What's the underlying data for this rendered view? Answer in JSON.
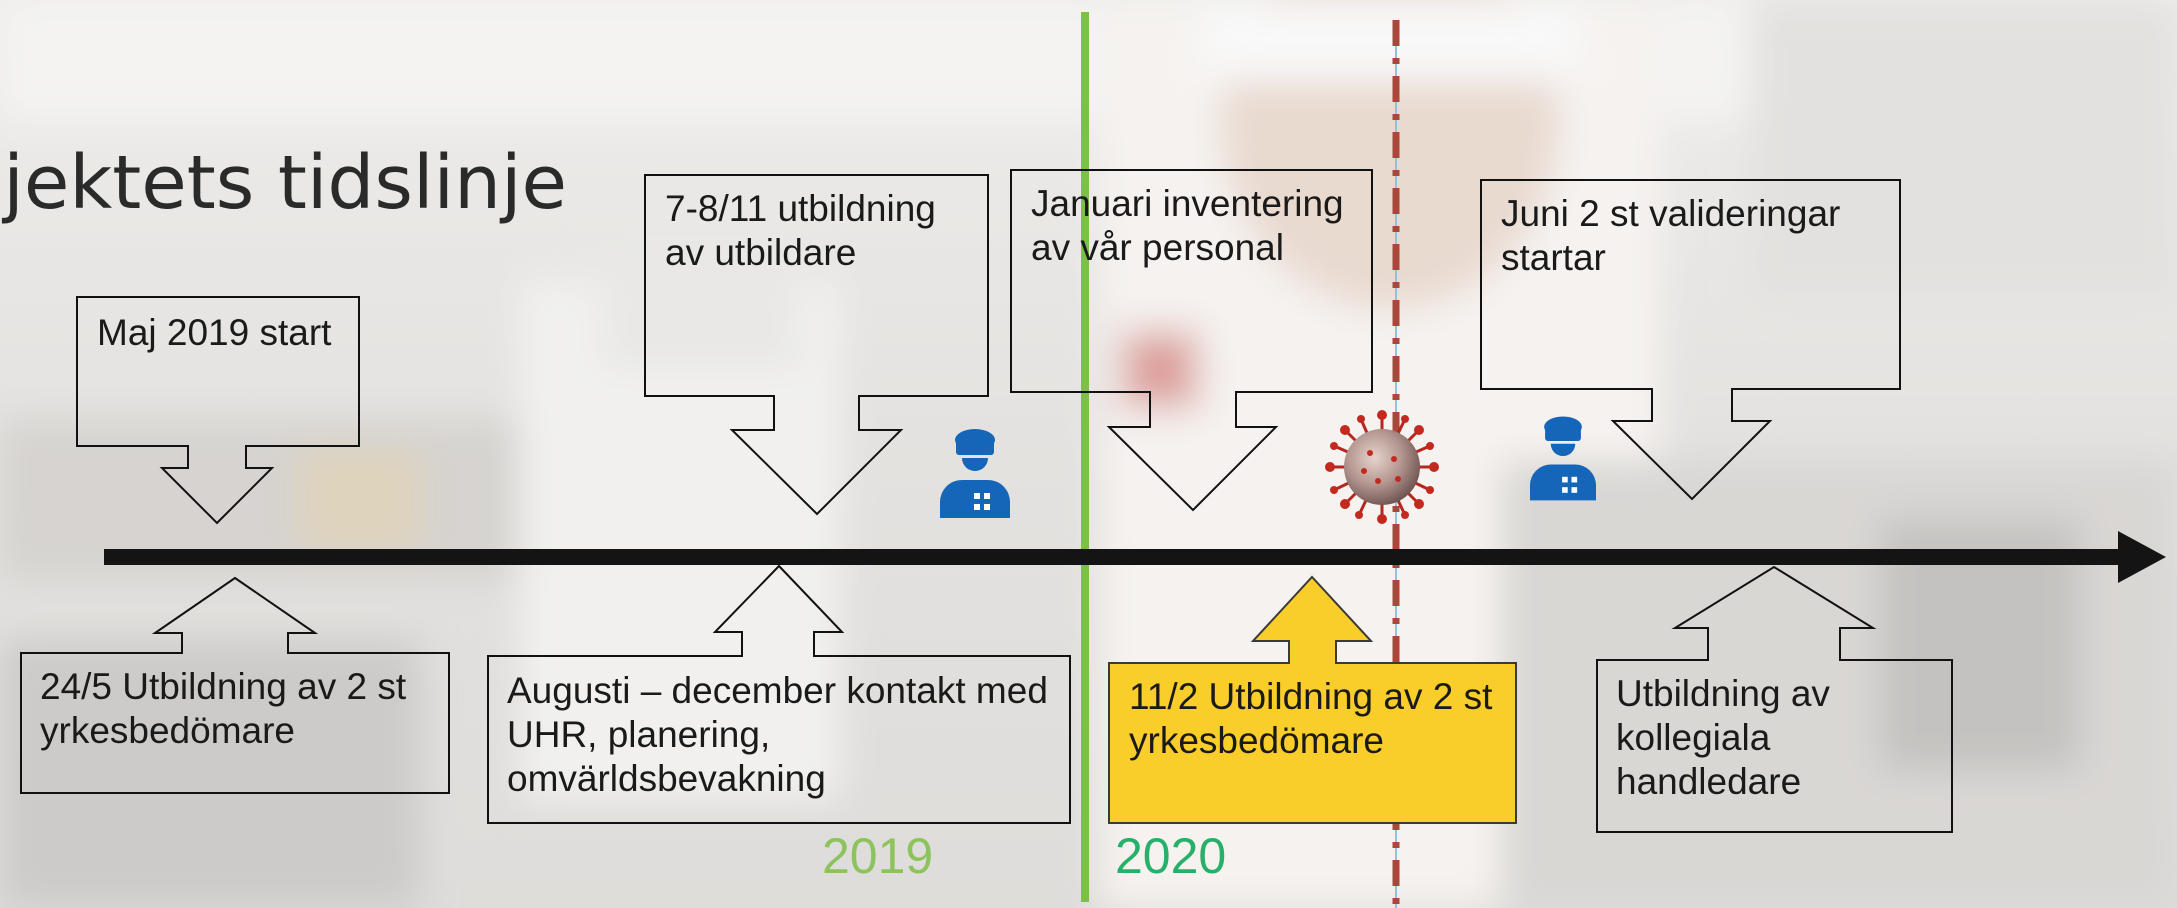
{
  "title": "ojektets tidslinje",
  "colors": {
    "year_2019": "#8dc35c",
    "year_2020": "#27b06a",
    "divider_2020": "#7cc04a",
    "covid_line": "#a9473b",
    "timeline": "#141414",
    "highlight_fill": "#f9cd2a",
    "icon_blue": "#1565b8"
  },
  "years": {
    "y2019": "2019",
    "y2020": "2020"
  },
  "callouts_top": {
    "maj_start": "Maj 2019 start",
    "utbildning_utbildare": "7-8/11 utbildning av utbildare",
    "januari_inventering": "Januari inventering av vår personal",
    "juni_valideringar": "Juni 2 st valideringar startar"
  },
  "callouts_bottom": {
    "utbildning_maj": "24/5 Utbildning av 2 st yrkesbedömare",
    "augusti_december": "Augusti – december kontakt med UHR, planering, omvärldsbevakning",
    "utbildning_feb": "11/2 Utbildning av 2 st yrkesbedömare",
    "kollegiala": "Utbildning av kollegiala handledare"
  },
  "icons": {
    "chef_1": "chef-icon",
    "chef_2": "chef-icon",
    "virus": "virus-icon",
    "arrow_head": "arrow-right-icon"
  }
}
